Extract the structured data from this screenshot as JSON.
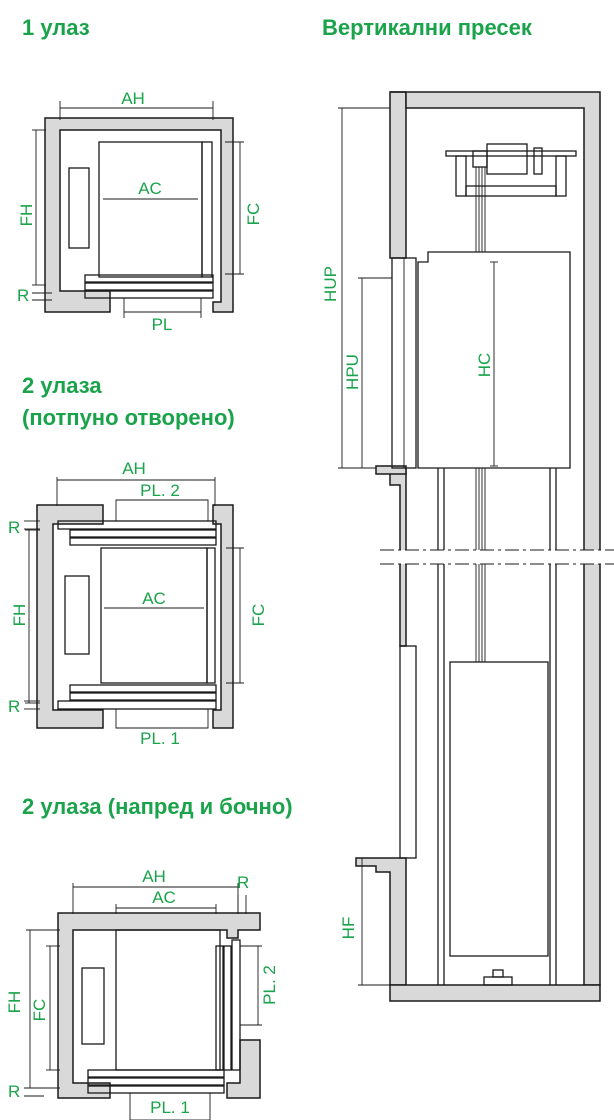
{
  "headings": {
    "one_entrance": "1 улаз",
    "vertical_section": "Вертикални пресек",
    "two_entrances_open_line1": "2 улаза",
    "two_entrances_open_line2": "(потпуно отворено)",
    "two_entrances_front_side": "2 улаза (напред и бочно)"
  },
  "labels": {
    "ah": "AH",
    "ac": "AC",
    "fh": "FH",
    "fc": "FC",
    "r": "R",
    "pl": "PL",
    "pl1": "PL. 1",
    "pl2": "PL. 2",
    "hup": "HUP",
    "hpu": "HPU",
    "hc": "HC",
    "hf": "HF"
  },
  "colors": {
    "accent": "#1aa34a",
    "wall": "#d9d9d9",
    "line": "#1a1a1a"
  }
}
